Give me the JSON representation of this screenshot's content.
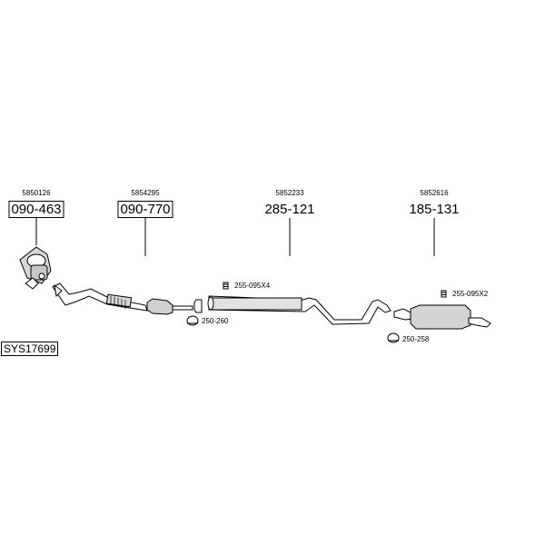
{
  "system": {
    "code": "SYS17699"
  },
  "parts": [
    {
      "oem": "5850126",
      "part_no": "090-463",
      "boxed": true
    },
    {
      "oem": "5854295",
      "part_no": "090-770",
      "boxed": true
    },
    {
      "oem": "5852233",
      "part_no": "285-121",
      "boxed": false
    },
    {
      "oem": "5852616",
      "part_no": "185-131",
      "boxed": false
    }
  ],
  "accessories": [
    {
      "label": "255-095X4",
      "icon": "clamp-bolt-icon"
    },
    {
      "label": "250-260",
      "icon": "gasket-ring-icon"
    },
    {
      "label": "255-095X2",
      "icon": "clamp-bolt-icon"
    },
    {
      "label": "250-258",
      "icon": "gasket-ring-icon"
    }
  ],
  "colors": {
    "line": "#000000",
    "fill": "#ffffff",
    "shade": "#b0b0b0"
  }
}
